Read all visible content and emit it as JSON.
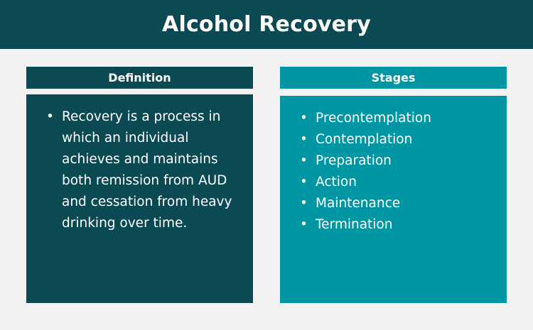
{
  "title": "Alcohol Recovery",
  "columns": {
    "definition": {
      "header": "Definition",
      "items": [
        "Recovery is a process in which an individual achieves and maintains both remission from AUD and cessation from heavy drinking over time."
      ]
    },
    "stages": {
      "header": "Stages",
      "items": [
        "Precontemplation",
        "Contemplation",
        "Preparation",
        "Action",
        "Maintenance",
        "Termination"
      ]
    }
  },
  "colors": {
    "dark_teal": "#0b4a52",
    "light_teal": "#0096a3",
    "background": "#f2f2f2"
  }
}
